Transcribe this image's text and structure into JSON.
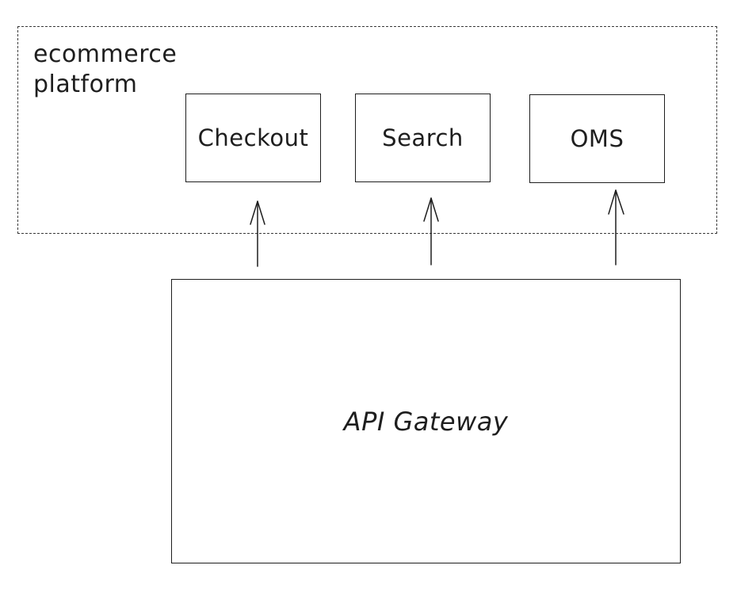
{
  "diagram": {
    "group": {
      "label": "ecommerce\nplatform",
      "border_style": "dashed"
    },
    "nodes": {
      "checkout": {
        "label": "Checkout"
      },
      "search": {
        "label": "Search"
      },
      "oms": {
        "label": "OMS"
      },
      "gateway": {
        "label": "API Gateway"
      }
    },
    "edges": [
      {
        "from": "gateway",
        "to": "checkout"
      },
      {
        "from": "gateway",
        "to": "search"
      },
      {
        "from": "gateway",
        "to": "oms"
      }
    ],
    "colors": {
      "stroke": "#1e1e1e",
      "background": "#ffffff"
    }
  }
}
